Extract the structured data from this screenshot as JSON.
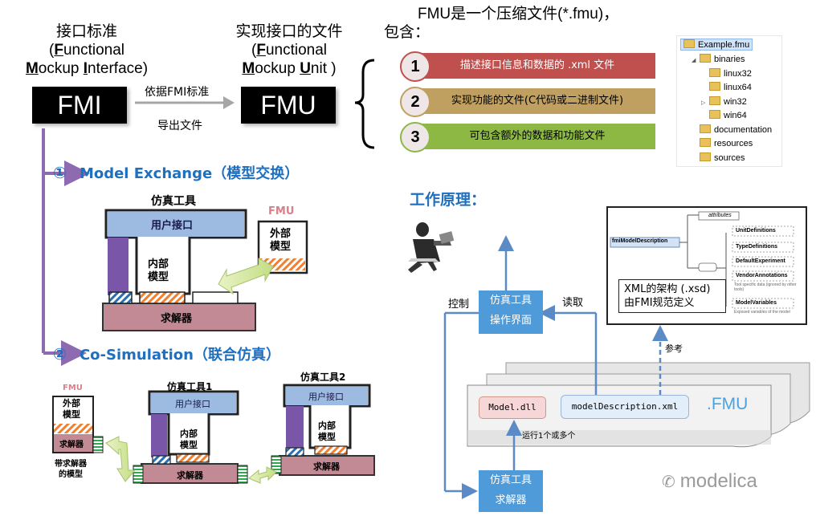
{
  "fmi": {
    "header_line1": "接口标准",
    "header_line2_initial": "F",
    "header_line2_rest": "unctional",
    "header_line3_initial1": "M",
    "header_line3_mid": "ockup ",
    "header_line3_initial2": "I",
    "header_line3_rest": "nterface)",
    "paren_open": "(",
    "box_label": "FMI"
  },
  "fmu": {
    "header_line1": "实现接口的文件",
    "paren_open": "(",
    "header_line2_initial": "F",
    "header_line2_rest": "unctional",
    "header_line3_initial1": "M",
    "header_line3_mid": "ockup ",
    "header_line3_initial2": "U",
    "header_line3_rest": "nit )",
    "box_label": "FMU"
  },
  "arrow_mid": {
    "line1": "依据FMI标准",
    "line2": "导出文件"
  },
  "fmu_desc": {
    "line1": "FMU是一个压缩文件(*.fmu)，",
    "line2": "包含："
  },
  "contents": [
    {
      "num": "1",
      "text": "描述接口信息和数据的 .xml 文件",
      "color": "#c0504d",
      "text_color": "#ffffff"
    },
    {
      "num": "2",
      "text": "实现功能的文件(C代码或二进制文件)",
      "color": "#c0a060",
      "text_color": "#000000"
    },
    {
      "num": "3",
      "text": "可包含额外的数据和功能文件",
      "color": "#8db843",
      "text_color": "#000000"
    }
  ],
  "file_tree": {
    "root": "Example.fmu",
    "items": [
      "binaries",
      "linux32",
      "linux64",
      "win32",
      "win64",
      "documentation",
      "resources",
      "sources"
    ]
  },
  "model_exchange": {
    "num": "①",
    "title": "Model Exchange（模型交换）",
    "tool_title": "仿真工具",
    "user_interface": "用户接口",
    "internal_model": "内部\n模型",
    "solver": "求解器",
    "fmu_tag": "FMU",
    "external_model": "外部\n模型"
  },
  "co_simulation": {
    "num": "②",
    "title": "Co-Simulation（联合仿真）",
    "fmu_tag": "FMU",
    "external_model": "外部\n模型",
    "fmu_solver": "求解器",
    "solver_model_caption": "带求解器\n的模型",
    "tool1_title": "仿真工具1",
    "tool2_title": "仿真工具2",
    "user_interface": "用户接口",
    "internal_model": "内部\n模型",
    "solver": "求解器"
  },
  "working": {
    "title": "工作原理：",
    "control": "控制",
    "read": "读取",
    "reference": "参考",
    "tool_ui_line1": "仿真工具",
    "tool_ui_line2": "操作界面",
    "tool_solver_line1": "仿真工具",
    "tool_solver_line2": "求解器",
    "model_dll": "Model.dll",
    "model_description": "modelDescription.xml",
    "fmu_ext": ".FMU",
    "run_caption": "运行1个或多个",
    "xsd_line1": "XML的架构 (.xsd)",
    "xsd_line2": "由FMI规范定义",
    "schema": {
      "root": "fmiModelDescription",
      "attributes": "attributes",
      "children": [
        "UnitDefinitions",
        "TypeDefinitions",
        "DefaultExperiment",
        "VendorAnnotations",
        "ModelVariables"
      ],
      "notes": [
        "Tool specific data (ignored by other tools)",
        "Exposed variables of the model"
      ]
    }
  },
  "watermark": "modelica"
}
